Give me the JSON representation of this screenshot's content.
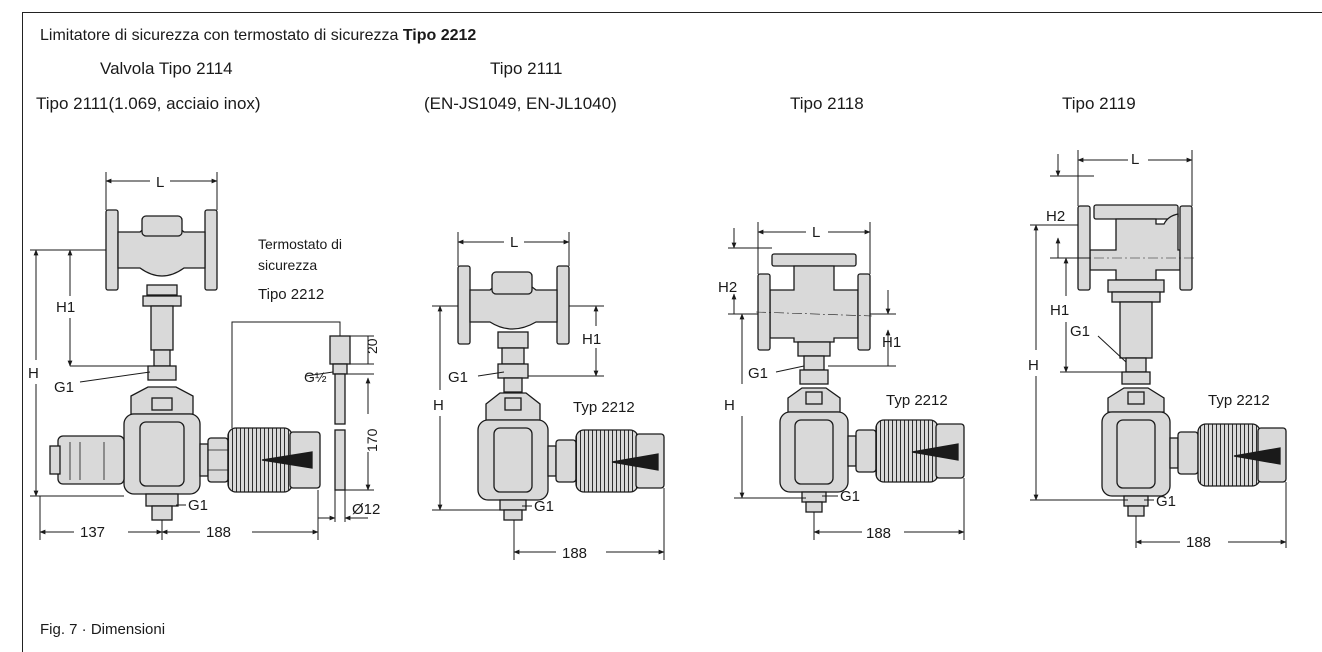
{
  "title": {
    "prefix": "Limitatore di sicurezza con termostato di sicurezza ",
    "bold": "Tipo 2212"
  },
  "columns": [
    {
      "line1": "Valvola Tipo 2114",
      "line2": "Tipo 2111(1.069, acciaio inox)"
    },
    {
      "line1": "Tipo 2111",
      "line2": "(EN-JS1049, EN-JL1040)"
    },
    {
      "line1": "Tipo 2118",
      "line2": ""
    },
    {
      "line1": "Tipo  2119",
      "line2": ""
    }
  ],
  "callouts": {
    "thermostat": [
      "Termostato di",
      "sicurezza",
      "Tipo 2212"
    ],
    "typ": "Typ 2212"
  },
  "dims": {
    "L": "L",
    "H": "H",
    "H1": "H1",
    "H2": "H2",
    "G1": "G1",
    "G_half": "G½",
    "d20": "20",
    "d170": "170",
    "d12": "Ø12",
    "d137": "137",
    "d188": "188"
  },
  "caption": "Fig. 7 · Dimensioni",
  "colors": {
    "part_fill": "#d9d9d9",
    "line": "#1a1a1a"
  }
}
